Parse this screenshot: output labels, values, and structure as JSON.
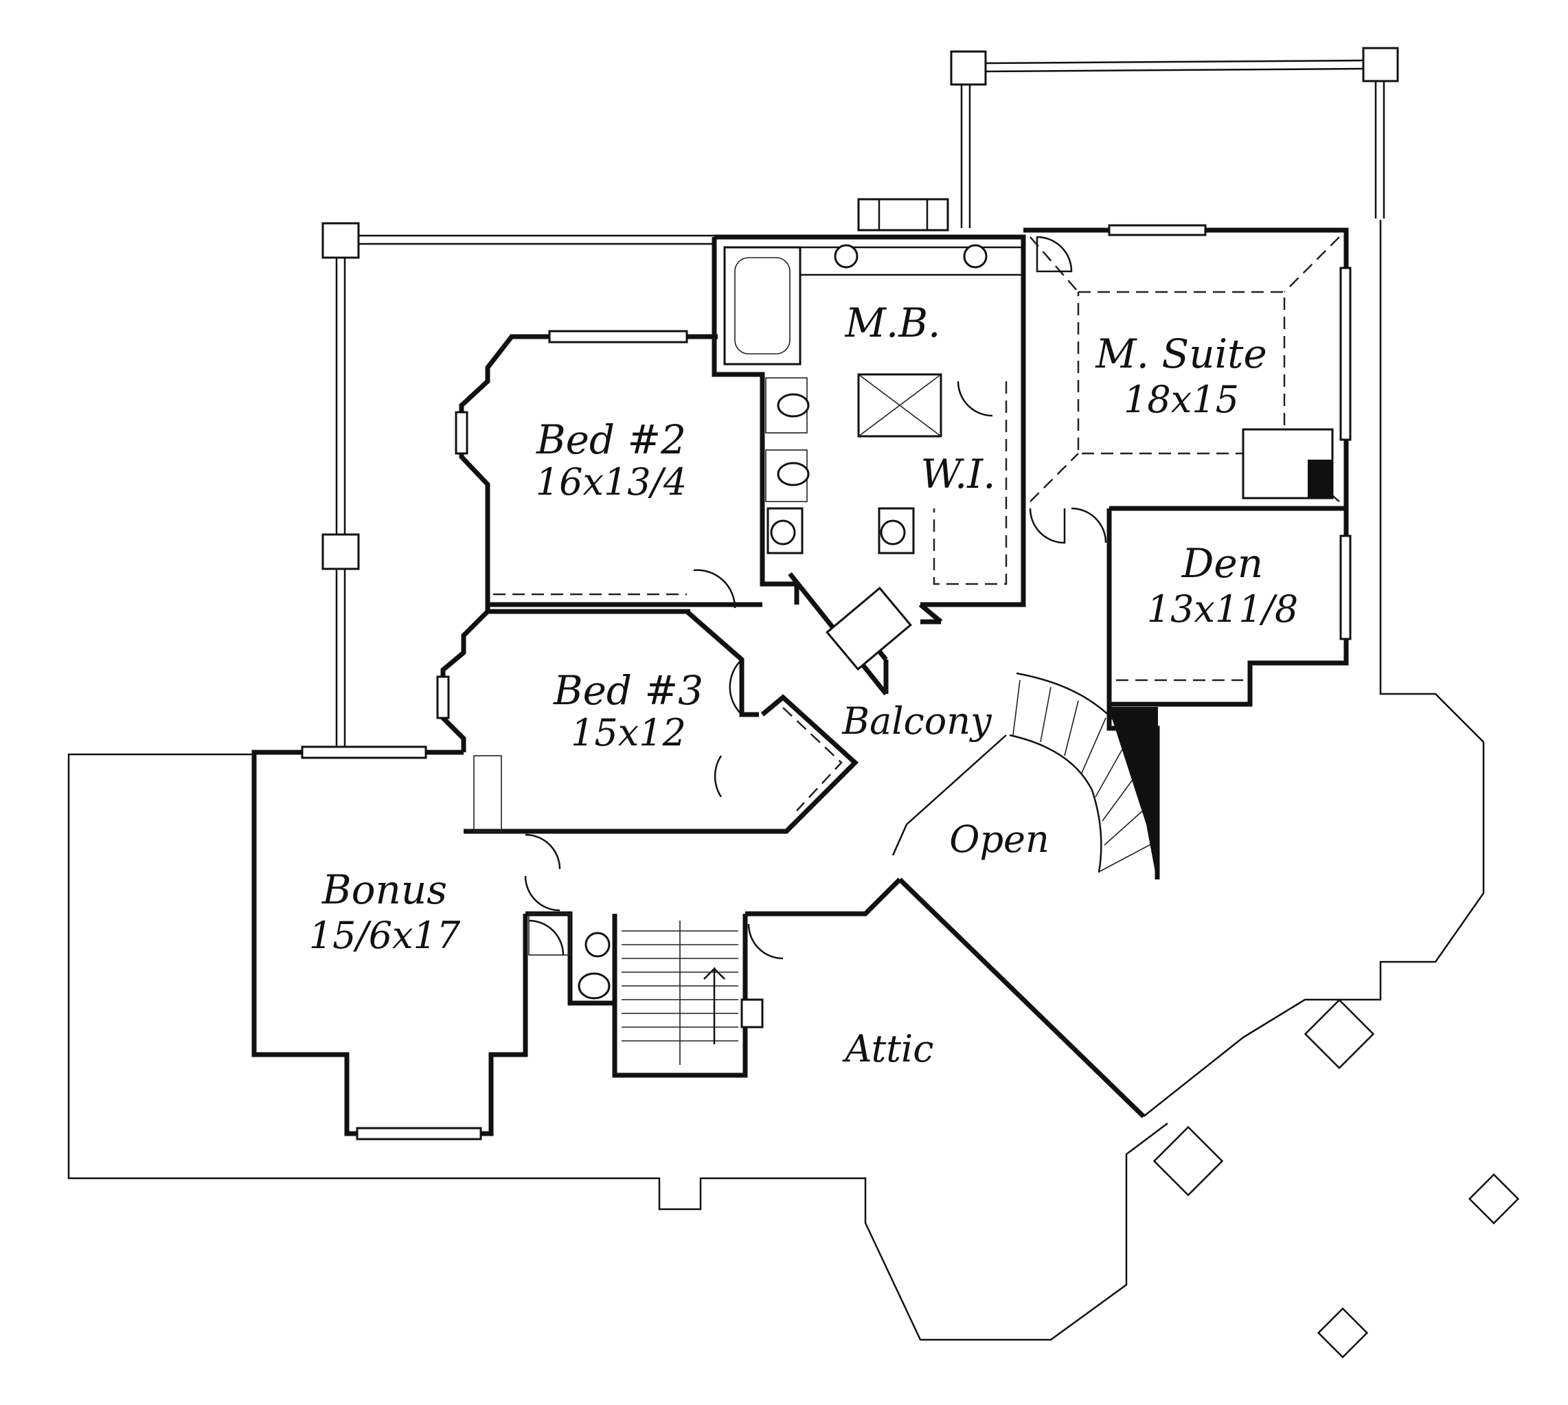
{
  "rooms": {
    "master_bath": {
      "name": "M.B."
    },
    "master_suite": {
      "name": "M. Suite",
      "dims": "18x15"
    },
    "walk_in": {
      "name": "W.I."
    },
    "bed2": {
      "name": "Bed #2",
      "dims": "16x13/4"
    },
    "bed3": {
      "name": "Bed #3",
      "dims": "15x12"
    },
    "den": {
      "name": "Den",
      "dims": "13x11/8"
    },
    "bonus": {
      "name": "Bonus",
      "dims": "15/6x17"
    }
  },
  "areas": {
    "balcony": "Balcony",
    "open": "Open",
    "attic": "Attic"
  },
  "colors": {
    "ink": "#111111",
    "paper": "#ffffff"
  }
}
